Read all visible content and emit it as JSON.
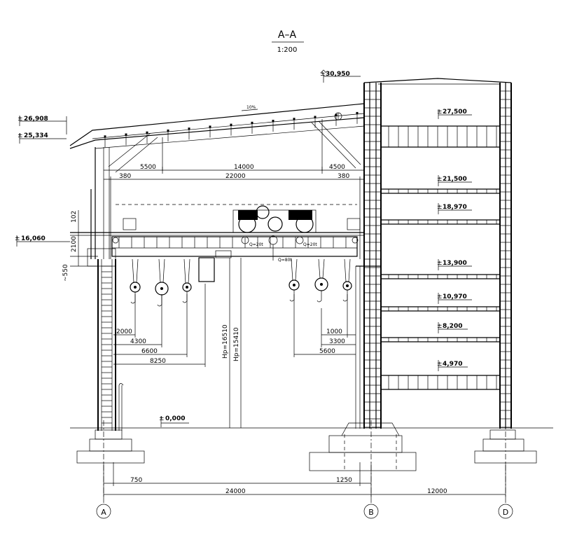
{
  "title": {
    "section": "A–A",
    "scale": "1:200"
  },
  "elevations": {
    "e30950": "30,950",
    "e27500": "27,500",
    "e26908": "26,908",
    "e25334": "25,334",
    "e21500": "21,500",
    "e18970": "18,970",
    "e16060": "16,060",
    "e13900": "13,900",
    "e10970": "10,970",
    "e8200": "8,200",
    "e4970": "4,970",
    "e0000": "0,000"
  },
  "roof": {
    "slope": "10%"
  },
  "dimensions": {
    "d5500": "5500",
    "d14000": "14000",
    "d4500": "4500",
    "d380a": "380",
    "d22000": "22000",
    "d380b": "380",
    "d102": "102",
    "d2100": "2100",
    "d550": "~550",
    "d2000": "2000",
    "d4300": "4300",
    "d6600": "6600",
    "d8250": "8250",
    "d1000": "1000",
    "d3300": "3300",
    "d5600": "5600",
    "hp16510": "Hp=16510",
    "hp15410": "Hp=15410",
    "d750": "750",
    "d1250": "1250",
    "d24000": "24000",
    "d12000": "12000"
  },
  "crane_labels": {
    "q20a": "Q=20t",
    "q80": "Q=80t",
    "q20b": "Q=20t"
  },
  "axes": {
    "a": "A",
    "b": "B",
    "d": "D"
  }
}
